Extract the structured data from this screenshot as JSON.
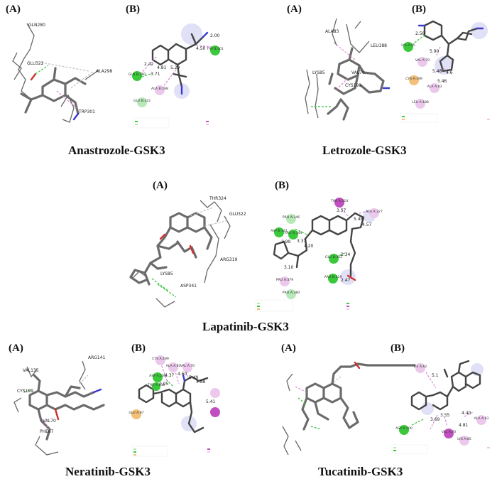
{
  "panel_tags": {
    "a": "(A)",
    "b": "(B)"
  },
  "figure_titles": {
    "anastrozole": "Anastrozole-GSK3",
    "letrozole": "Letrozole-GSK3",
    "lapatinib": "Lapatinib-GSK3",
    "neratinib": "Neratinib-GSK3",
    "tucatinib": "Tucatinib-GSK3"
  },
  "anastrozole": {
    "residues3d": [
      "GLN280",
      "GLU322",
      "ALA298",
      "TRP301"
    ],
    "residues2d": [
      "GLN B:280",
      "GLU B:322",
      "ALA B:298",
      "TRP B:301"
    ],
    "distances": [
      "2.00",
      "4.50",
      "2.42",
      "4.81",
      "5.29",
      "3.71"
    ]
  },
  "letrozole": {
    "residues3d": [
      "ALA83",
      "LEU188",
      "LYS85",
      "VAL70",
      "CYS199"
    ],
    "residues2d": [
      "LYS A:85",
      "VAL A:70",
      "CYS A:199",
      "ALA A:83",
      "LEU A:188"
    ],
    "distances": [
      "2.58",
      "5.90",
      "5.48",
      "5.46",
      "4.6"
    ]
  },
  "lapatinib": {
    "residues3d": [
      "THR324",
      "GLU322",
      "ARG319",
      "ASP341",
      "LYS85"
    ],
    "residues2d": [
      "THR A:324",
      "ALA A:327",
      "PRO A:346",
      "ASP B:341",
      "ARG B:344",
      "GLU B:322",
      "ARG B:319",
      "PRO A:379",
      "PRO A:380"
    ],
    "distances": [
      "3.57",
      "5.48",
      "4.57",
      "2.99",
      "3.37",
      "4.20",
      "2.34",
      "3.10",
      "2.47"
    ]
  },
  "neratinib": {
    "residues3d": [
      "VAL135",
      "ARG141",
      "CYS199",
      "VAL70",
      "PHE67"
    ],
    "residues2d": [
      "CYS A:199",
      "ALA A:83",
      "VAL A:70",
      "ASP A:200",
      "THR A:138",
      "GLU A:97"
    ],
    "distances": [
      "4.37",
      "4.60",
      "5.49",
      "4.88",
      "2.05",
      "5.41"
    ]
  },
  "tucatinib": {
    "residues3d": [],
    "residues2d": [
      "ILE A:62",
      "ASP A:200",
      "VAL A:70",
      "LYS A:85",
      "ALA A:83"
    ],
    "distances": [
      "5.1",
      "4.40",
      "3.55",
      "3.69",
      "4.81"
    ]
  }
}
